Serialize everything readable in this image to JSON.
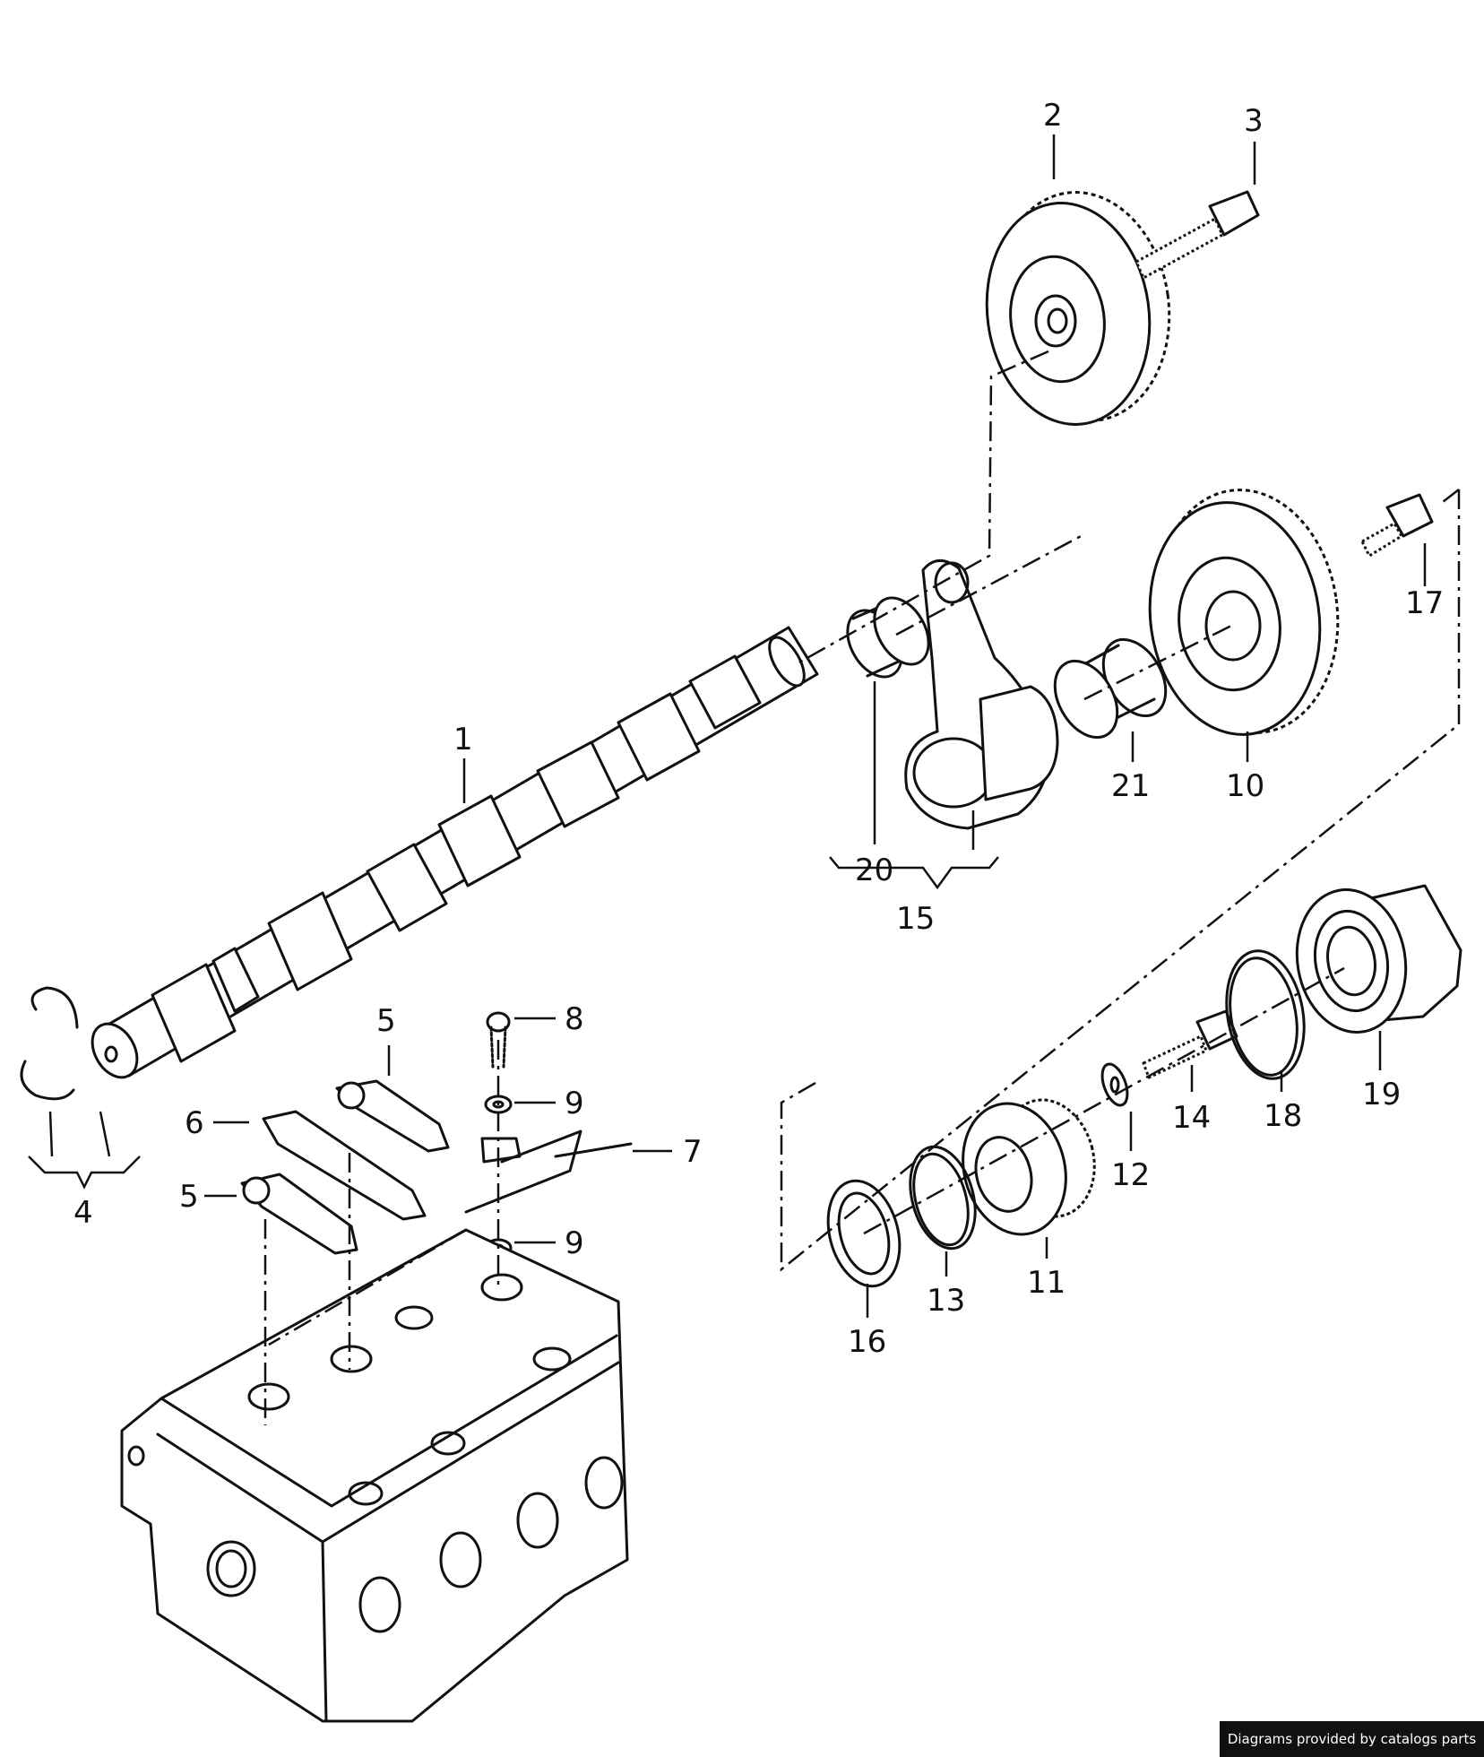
{
  "callouts": [
    {
      "id": "1",
      "label": "1"
    },
    {
      "id": "2",
      "label": "2"
    },
    {
      "id": "3",
      "label": "3"
    },
    {
      "id": "4",
      "label": "4"
    },
    {
      "id": "5a",
      "label": "5"
    },
    {
      "id": "5b",
      "label": "5"
    },
    {
      "id": "6",
      "label": "6"
    },
    {
      "id": "7",
      "label": "7"
    },
    {
      "id": "8",
      "label": "8"
    },
    {
      "id": "9a",
      "label": "9"
    },
    {
      "id": "9b",
      "label": "9"
    },
    {
      "id": "10",
      "label": "10"
    },
    {
      "id": "11",
      "label": "11"
    },
    {
      "id": "12",
      "label": "12"
    },
    {
      "id": "13",
      "label": "13"
    },
    {
      "id": "14",
      "label": "14"
    },
    {
      "id": "15",
      "label": "15"
    },
    {
      "id": "16",
      "label": "16"
    },
    {
      "id": "17",
      "label": "17"
    },
    {
      "id": "18",
      "label": "18"
    },
    {
      "id": "19",
      "label": "19"
    },
    {
      "id": "20",
      "label": "20"
    },
    {
      "id": "21",
      "label": "21"
    }
  ],
  "credit": "Diagrams provided by catalogs parts"
}
